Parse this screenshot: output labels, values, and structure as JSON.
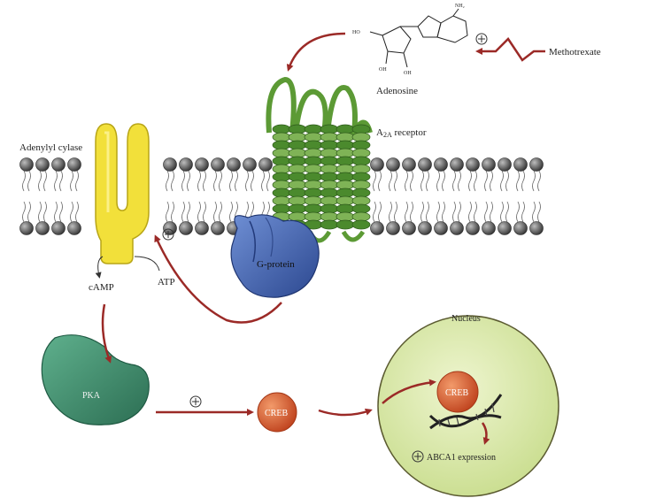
{
  "labels": {
    "adenylyl_cyclase": "Adenylyl cylase",
    "receptor_prefix": "A",
    "receptor_sub": "2A",
    "receptor_suffix": " receptor",
    "adenosine": "Adenosine",
    "methotrexate": "Methotrexate",
    "g_protein": "G-protein",
    "camp": "cAMP",
    "atp": "ATP",
    "pka": "PKA",
    "creb": "CREB",
    "creb_nucleus": "CREB",
    "nucleus": "Nucleus",
    "abca1": "ABCA1 expression",
    "plus": "+",
    "nh2": "NH₂",
    "ho": "HO",
    "oh": "OH"
  },
  "colors": {
    "arrow": "#9b2a27",
    "receptor_dark": "#3f7a2a",
    "receptor_light": "#7fb356",
    "cyclase": "#f2e03a",
    "gprotein": "#3f5fa8",
    "pka": "#3f8a6b",
    "creb": "#d9572b",
    "nucleus_fill": "#d6e7a5",
    "nucleus_stroke": "#6a6a3a",
    "lipid_head": "#555555"
  },
  "icons": [
    "plus-icon",
    "lipid-bilayer",
    "dna-helix-icon",
    "adenosine-structure"
  ]
}
